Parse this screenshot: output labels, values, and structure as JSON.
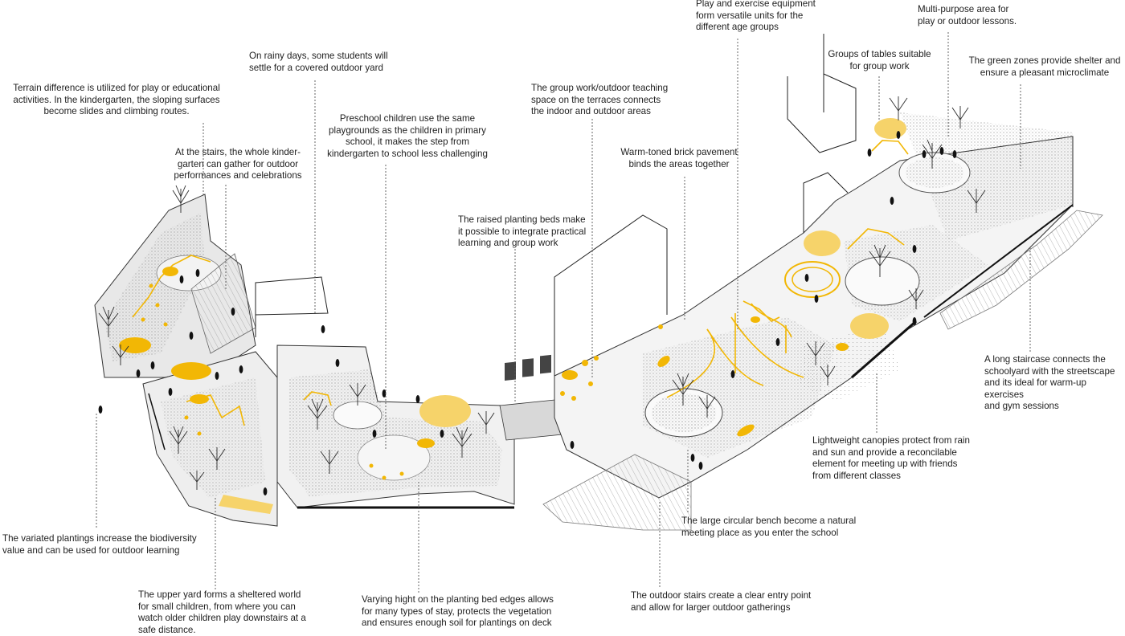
{
  "colors": {
    "accent": "#f2b705",
    "accent_light": "#f6d36a",
    "ink": "#1e1e1e",
    "paving": "#d9d9d9",
    "leader": "#555555"
  },
  "annotations": {
    "terrain": "Terrain difference is utilized for play or educational\nactivities. In the kindergarten, the sloping surfaces\nbecome slides and climbing routes.",
    "stairs_kinder": "At the stairs, the whole kinder-\ngarten can gather for outdoor\nperformances and celebrations",
    "rainy_days": "On rainy days, some students will\nsettle for a covered outdoor yard",
    "preschool": "Preschool children use the same\nplaygrounds as the children in primary\nschool, it makes the step from\nkindergarten to school less challenging",
    "group_work": "The group work/outdoor teaching\nspace on the terraces connects\nthe indoor and outdoor areas",
    "raised_beds": "The raised planting beds make\nit possible to integrate practical\nlearning and group work",
    "brick": "Warm-toned brick pavement\nbinds the areas together",
    "play_equipment": "Play and exercise equipment\nform versatile units for the\ndifferent age groups",
    "tables": "Groups of tables suitable\nfor group work",
    "multi_purpose": "Multi-purpose area for\nplay or outdoor lessons.",
    "green_zones": "The green zones provide shelter and\nensure a pleasant microclimate",
    "long_staircase": "A long staircase connects the\nschoolyard with the streetscape\nand its ideal for warm-up exercises\nand gym sessions",
    "canopies": "Lightweight canopies protect from rain\nand sun and provide a reconcilable\nelement for meeting up with friends\nfrom different classes",
    "circular_bench": "The large circular bench become a natural\nmeeting place as you enter the school",
    "outdoor_stairs": "The outdoor stairs create a clear entry point\nand allow for larger outdoor gatherings",
    "varying_height": "Varying hight on the planting bed edges allows\nfor many types of stay, protects the vegetation\nand ensures enough soil for plantings on deck",
    "upper_yard": "The upper yard forms a sheltered world\nfor small children, from where you can\nwatch older children play downstairs at a\nsafe distance.",
    "biodiversity": "The variated plantings increase the biodiversity\nvalue and can be used for outdoor learning"
  }
}
